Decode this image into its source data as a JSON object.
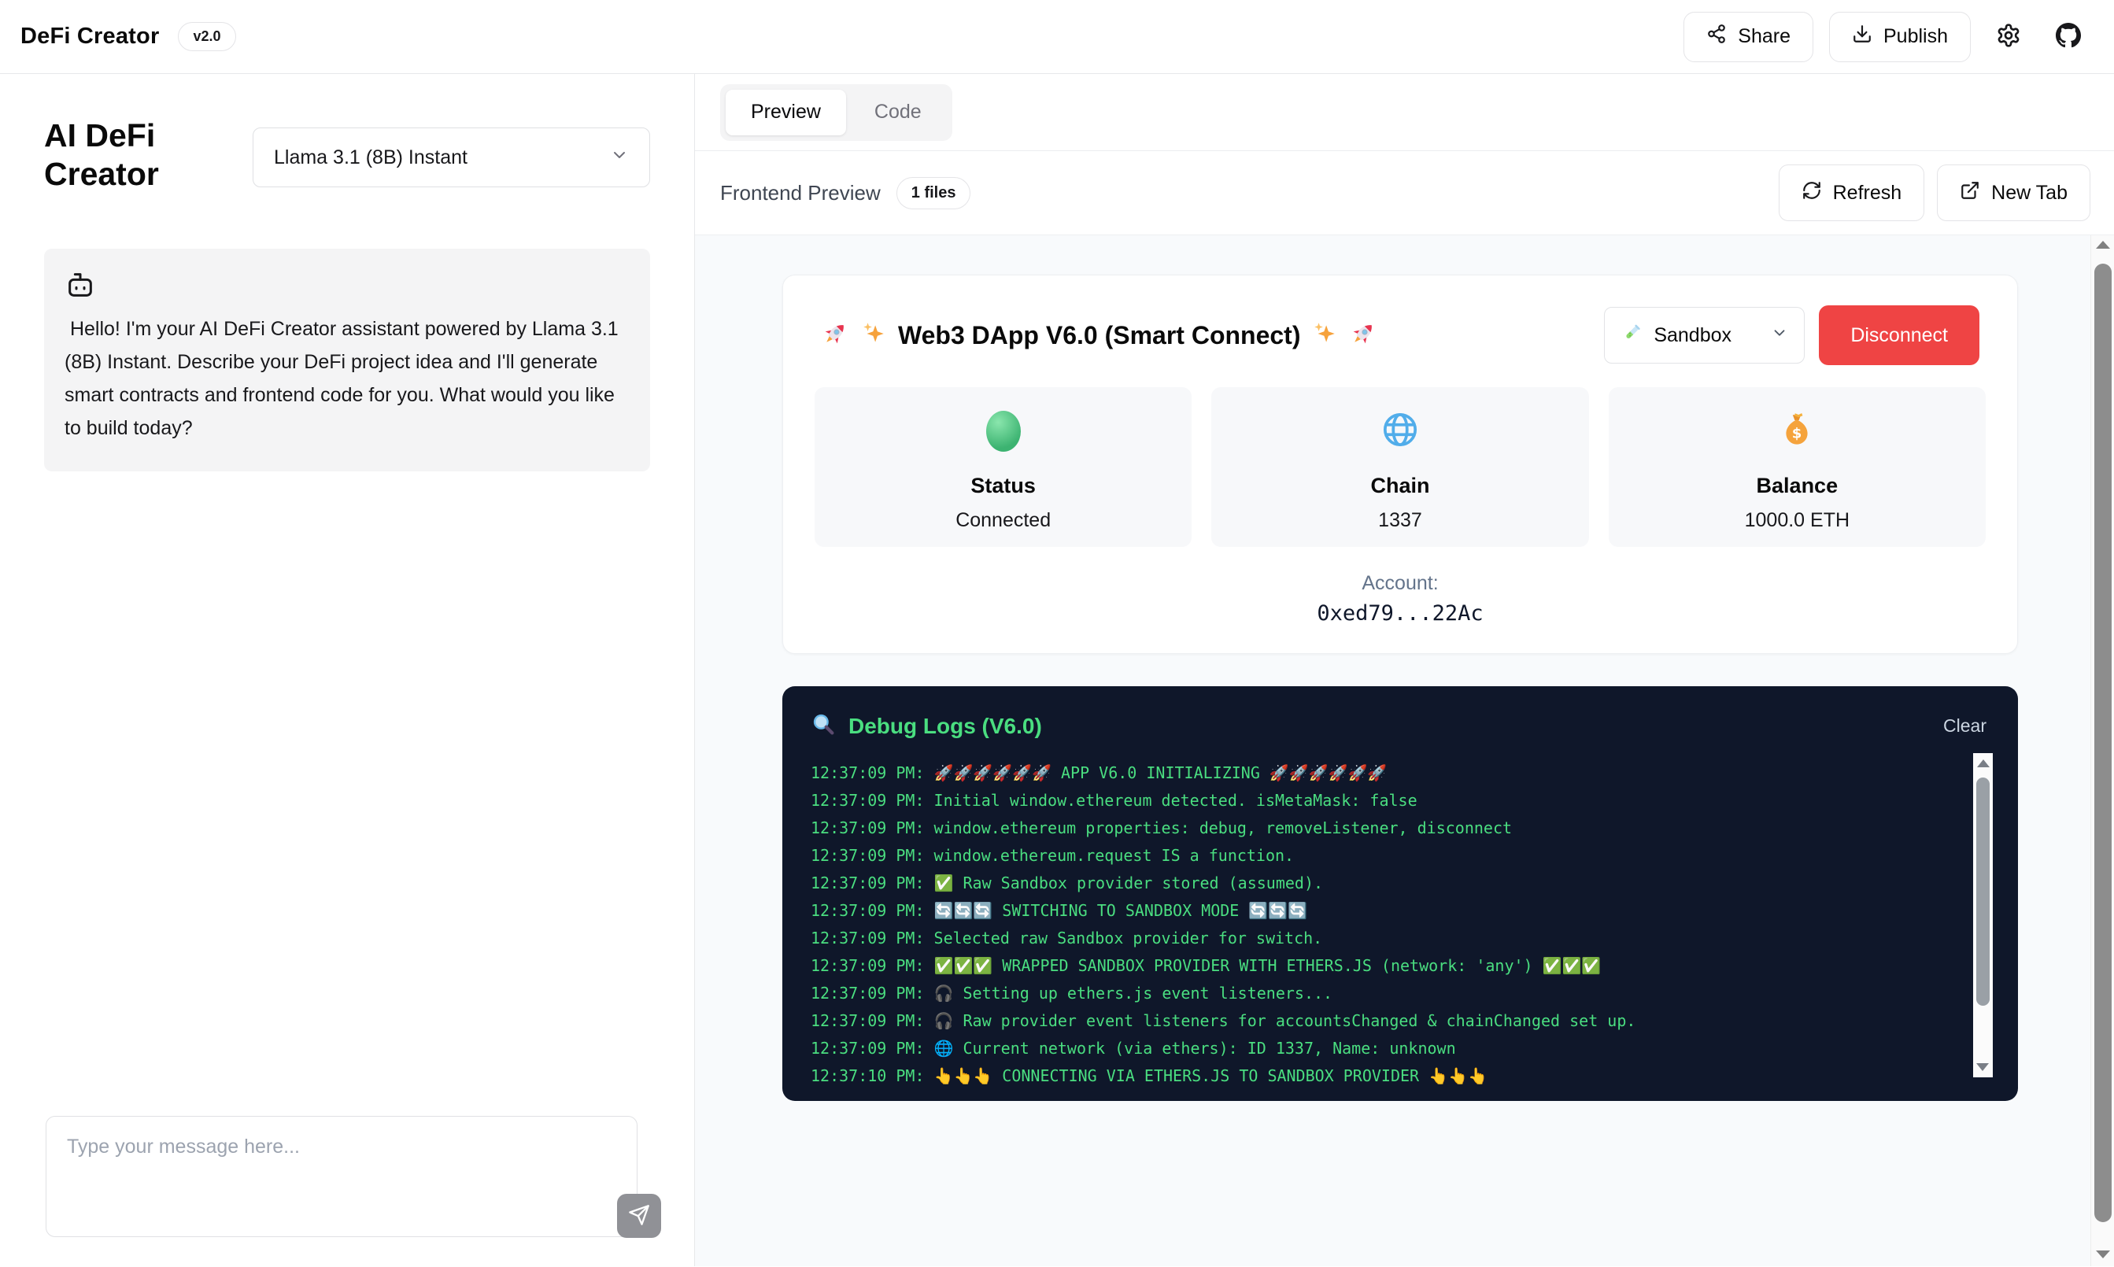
{
  "header": {
    "app_title": "DeFi Creator",
    "version_badge": "v2.0",
    "share_label": "Share",
    "publish_label": "Publish",
    "icons": [
      "share-icon",
      "download-icon",
      "gear-icon",
      "github-icon"
    ]
  },
  "sidebar": {
    "heading": "AI DeFi Creator",
    "model_select": {
      "value": "Llama 3.1 (8B) Instant",
      "icon": "chevron-down"
    },
    "assistant": {
      "icon": "bot-icon",
      "message": " Hello! I'm your AI DeFi Creator assistant powered by Llama 3.1 (8B) Instant. Describe your DeFi project idea and I'll generate smart contracts and frontend code for you. What would you like to build today?"
    },
    "composer": {
      "placeholder": "Type your message here...",
      "send_icon": "paper-plane"
    }
  },
  "workspace": {
    "tabs": [
      {
        "label": "Preview",
        "active": true
      },
      {
        "label": "Code",
        "active": false
      }
    ],
    "toolbar": {
      "title": "Frontend Preview",
      "files_badge": "1 files",
      "refresh_label": "Refresh",
      "new_tab_label": "New Tab"
    }
  },
  "dapp": {
    "title": "Web3 DApp V6.0 (Smart Connect)",
    "title_decorations": {
      "left": "🚀 ✨",
      "right": "✨ 🚀"
    },
    "network_select": {
      "value": "Sandbox",
      "icon": "test-tube"
    },
    "disconnect_label": "Disconnect",
    "stats": [
      {
        "icon": "green-circle",
        "label": "Status",
        "value": "Connected"
      },
      {
        "icon": "globe",
        "label": "Chain",
        "value": "1337"
      },
      {
        "icon": "money-bag",
        "label": "Balance",
        "value": "1000.0 ETH"
      }
    ],
    "account": {
      "label": "Account:",
      "value": "0xed79...22Ac"
    }
  },
  "debug": {
    "title": "Debug Logs (V6.0)",
    "title_icon": "magnifier",
    "clear_label": "Clear",
    "accent_color": "#4ade80",
    "background_color": "#0f172a",
    "logs": [
      {
        "time": "12:37:09 PM:",
        "text": " 🚀🚀🚀🚀🚀🚀 APP V6.0 INITIALIZING 🚀🚀🚀🚀🚀🚀"
      },
      {
        "time": "12:37:09 PM:",
        "text": " Initial window.ethereum detected. isMetaMask: false"
      },
      {
        "time": "12:37:09 PM:",
        "text": " window.ethereum properties: debug, removeListener, disconnect"
      },
      {
        "time": "12:37:09 PM:",
        "text": " window.ethereum.request IS a function."
      },
      {
        "time": "12:37:09 PM:",
        "text": " ✅ Raw Sandbox provider stored (assumed)."
      },
      {
        "time": "12:37:09 PM:",
        "text": " 🔄🔄🔄 SWITCHING TO SANDBOX MODE 🔄🔄🔄"
      },
      {
        "time": "12:37:09 PM:",
        "text": " Selected raw Sandbox provider for switch."
      },
      {
        "time": "12:37:09 PM:",
        "text": " ✅✅✅ WRAPPED SANDBOX PROVIDER WITH ETHERS.JS (network: 'any') ✅✅✅"
      },
      {
        "time": "12:37:09 PM:",
        "text": " 🎧 Setting up ethers.js event listeners..."
      },
      {
        "time": "12:37:09 PM:",
        "text": " 🎧 Raw provider event listeners for accountsChanged & chainChanged set up."
      },
      {
        "time": "12:37:09 PM:",
        "text": " 🌐 Current network (via ethers): ID 1337, Name: unknown"
      },
      {
        "time": "12:37:10 PM:",
        "text": " 👆👆👆 CONNECTING VIA ETHERS.JS TO SANDBOX PROVIDER 👆👆👆"
      }
    ]
  },
  "colors": {
    "disconnect_red": "#ef4444",
    "log_green": "#4ade80",
    "panel_dark": "#0f172a",
    "preview_bg": "#f8fafc",
    "muted_text": "#64748b"
  }
}
